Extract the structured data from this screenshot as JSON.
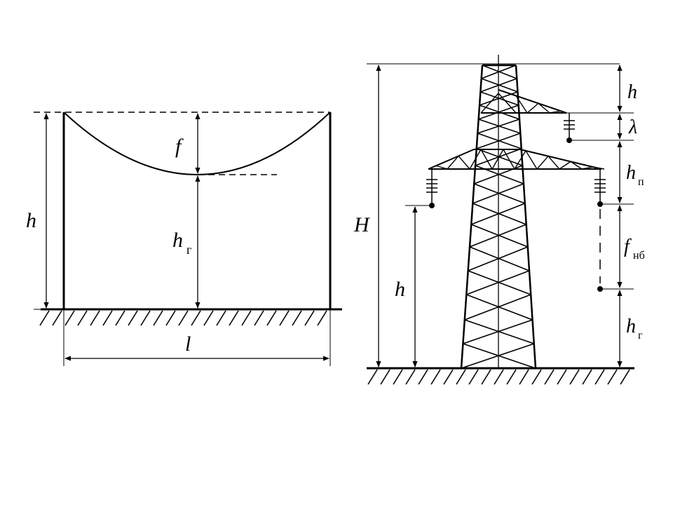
{
  "span_diagram": {
    "labels": {
      "height": "h",
      "sag": "f",
      "clearance_main": "h",
      "clearance_sub": "г",
      "span_length": "l"
    }
  },
  "tower_diagram": {
    "labels": {
      "tower_height": "H",
      "top_segment": "h",
      "insulator_length": "λ",
      "phase_spacing_main": "h",
      "phase_spacing_sub": "п",
      "sag_main": "f",
      "sag_sub": "нб",
      "clearance_main": "h",
      "clearance_sub": "г",
      "suspension_height": "h"
    }
  }
}
